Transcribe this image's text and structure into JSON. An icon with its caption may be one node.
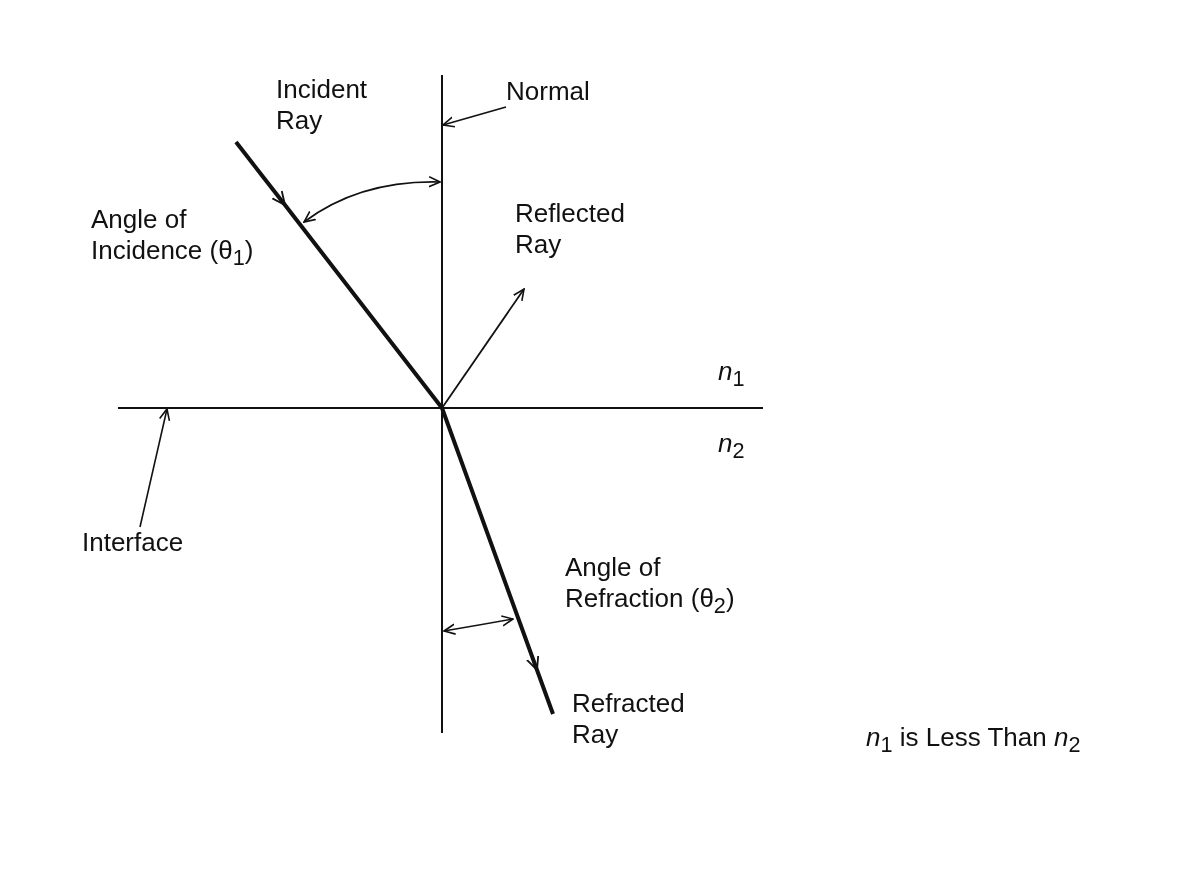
{
  "diagram": {
    "nodes": [
      {
        "text": [
          "Normal"
        ]
      },
      {
        "text": [],
        "shape": "line"
      },
      {
        "text": [
          "Interface"
        ]
      },
      {
        "text": [],
        "shape": "line"
      }
    ],
    "edges": [
      {
        "from": 0,
        "to": 1,
        "arrow": "to"
      },
      {
        "from": 2,
        "to": 3,
        "arrow": "to"
      }
    ],
    "labels": [
      "Incident Ray",
      "Angle of Incidence (θ$_{1}$)",
      "Reflected Ray",
      "*n*$_{1}$",
      "*n*$_{2}$",
      "Angle of Refraction (θ$_{2}$)",
      "Refracted Ray",
      "*n*$_{1}$ is Less Than *n*$_{2}$"
    ]
  }
}
